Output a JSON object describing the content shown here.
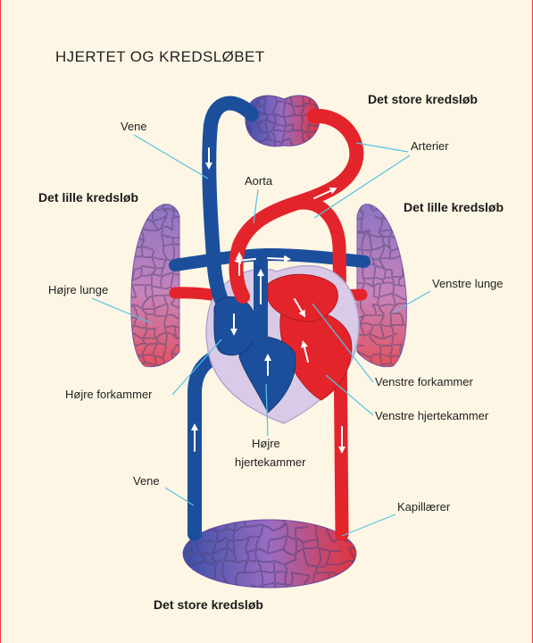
{
  "title": "HJERTET OG KREDSLØBET",
  "labels": {
    "systemic_circulation_top": "Det store kredsløb",
    "arteries": "Arterier",
    "vein_top": "Vene",
    "aorta": "Aorta",
    "pulmonary_circulation_left": "Det lille kredsløb",
    "pulmonary_circulation_right": "Det lille kredsløb",
    "right_lung": "Højre lunge",
    "left_lung": "Venstre lunge",
    "right_atrium": "Højre forkammer",
    "left_atrium": "Venstre forkammer",
    "left_ventricle": "Venstre hjertekammer",
    "right_ventricle": [
      "Højre",
      "hjertekammer"
    ],
    "vein_bottom": "Vene",
    "capillaries": "Kapillærer",
    "systemic_circulation_bottom": "Det store kredsløb"
  },
  "colors": {
    "venous_blue": "#1b4f9c",
    "arterial_red": "#e3242b",
    "heart_background": "#d9cbe7",
    "heart_outline": "#b8a5d3",
    "leader_line": "#55c3e5",
    "capillary_blue": "#3b4fa9",
    "capillary_purple": "#9a6cc1",
    "capillary_red": "#e3323a",
    "lung_top": "#8c74c4",
    "lung_middle": "#c784bb",
    "lung_bottom": "#e4525e"
  }
}
